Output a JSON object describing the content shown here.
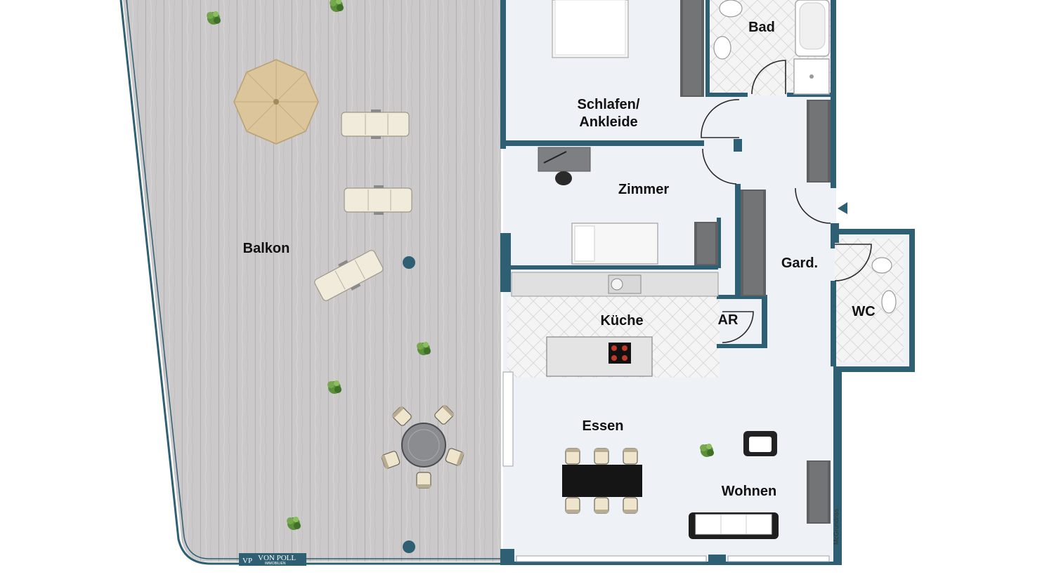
{
  "rooms": {
    "balkon": "Balkon",
    "schlafen_line1": "Schlafen/",
    "schlafen_line2": "Ankleide",
    "bad": "Bad",
    "zimmer": "Zimmer",
    "garderobe": "Gard.",
    "wc": "WC",
    "kueche": "Küche",
    "abstellraum": "AR",
    "essen": "Essen",
    "wohnen": "Wohnen"
  },
  "credits": {
    "vertical_text": "McGrundriss",
    "logo_mark": "VP",
    "logo_name": "VON POLL",
    "logo_sub": "IMMOBILIEN"
  },
  "colors": {
    "wall": "#2e5f73",
    "floor": "#eef1f6",
    "deck": "#cfcdcd",
    "tile": "#f3f3f3"
  }
}
